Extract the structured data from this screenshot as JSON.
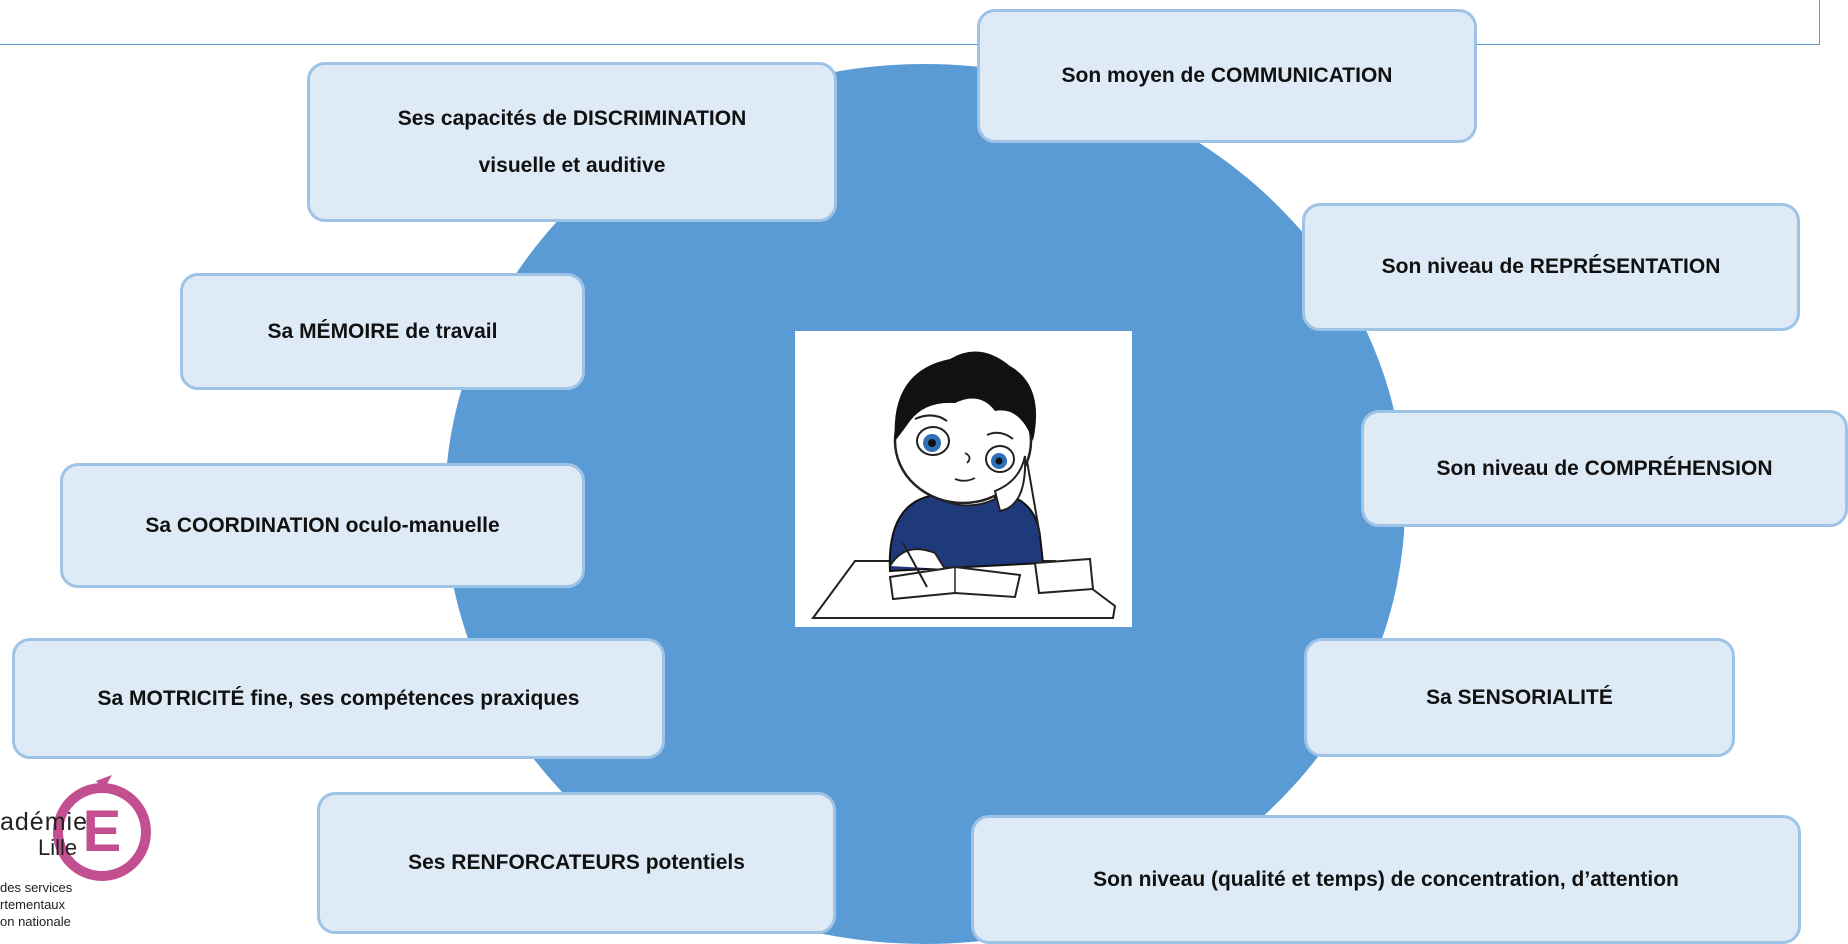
{
  "boxes": {
    "discrimination_line1": "Ses capacités de DISCRIMINATION",
    "discrimination_line2": "visuelle et auditive",
    "communication": "Son moyen de COMMUNICATION",
    "memoire": "Sa MÉMOIRE de travail",
    "representation": "Son niveau de REPRÉSENTATION",
    "comprehension": "Son niveau de COMPRÉHENSION",
    "coordination": "Sa COORDINATION oculo-manuelle",
    "motricite": "Sa MOTRICITÉ fine, ses compétences praxiques",
    "sensorialite": "Sa SENSORIALITÉ",
    "renforcateurs": "Ses RENFORCATEURS potentiels",
    "concentration": "Son niveau (qualité et temps) de concentration, d’attention"
  },
  "logo": {
    "line1": "adémie",
    "line2": "Lille",
    "line3": "des services",
    "line4": "rtementaux",
    "line5": "on nationale"
  },
  "colors": {
    "circle": "#5b9bd5",
    "box_fill": "#deebf7",
    "box_border": "#9dc3e6",
    "logo_accent": "#c34f91"
  }
}
